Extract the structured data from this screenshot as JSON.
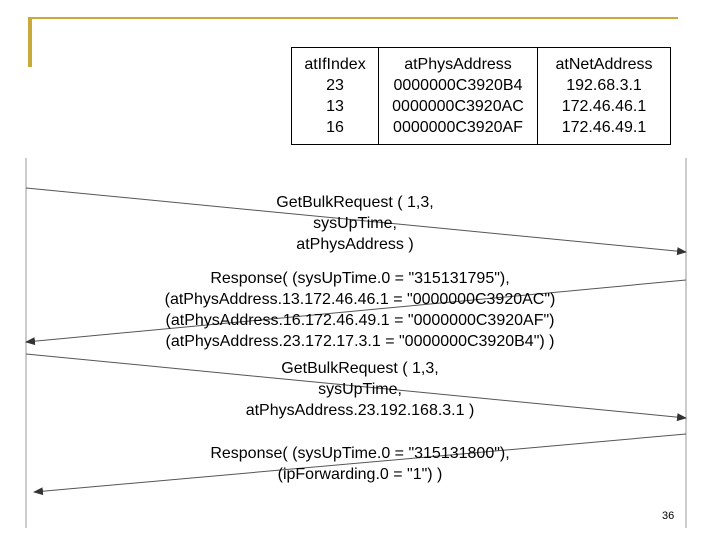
{
  "table": {
    "headers": [
      "atIfIndex",
      "atPhysAddress",
      "atNetAddress"
    ],
    "rows": [
      [
        "23",
        "0000000C3920B4",
        "192.68.3.1"
      ],
      [
        "13",
        "0000000C3920AC",
        "172.46.46.1"
      ],
      [
        "16",
        "0000000C3920AF",
        "172.46.49.1"
      ]
    ]
  },
  "messages": [
    {
      "lines": [
        "GetBulkRequest ( 1,3,",
        "sysUpTime,",
        "atPhysAddress )"
      ]
    },
    {
      "lines": [
        "Response( (sysUpTime.0 = \"315131795\"),",
        "(atPhysAddress.13.172.46.46.1 = \"0000000C3920AC\")",
        "(atPhysAddress.16.172.46.49.1 = \"0000000C3920AF\")",
        "(atPhysAddress.23.172.17.3.1 = \"0000000C3920B4\") )"
      ]
    },
    {
      "lines": [
        "GetBulkRequest ( 1,3,",
        "sysUpTime,",
        "atPhysAddress.23.192.168.3.1 )"
      ]
    },
    {
      "lines": [
        "Response( (sysUpTime.0 = \"315131800\"),",
        "(ipForwarding.0 = \"1\") )"
      ]
    }
  ],
  "page_number": "36",
  "colors": {
    "accent": "#c8a93a",
    "line": "#555555"
  }
}
